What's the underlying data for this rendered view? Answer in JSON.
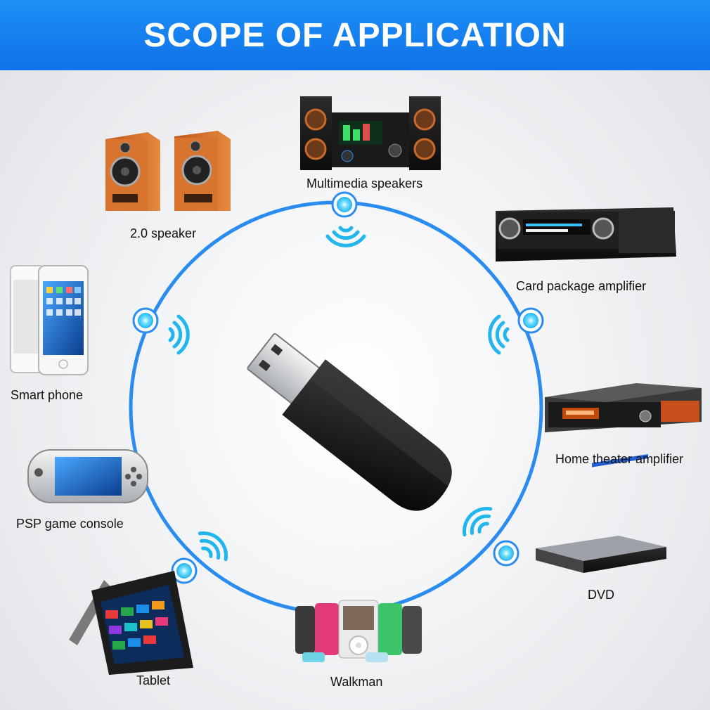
{
  "header": {
    "title": "SCOPE OF APPLICATION"
  },
  "devices": {
    "multimedia_speakers": "Multimedia speakers",
    "speaker_2_0": "2.0 speaker",
    "card_package_amplifier": "Card package amplifier",
    "smart_phone": "Smart phone",
    "home_theater_amplifier": "Home theater amplifier",
    "psp_game_console": "PSP game console",
    "dvd": "DVD",
    "tablet": "Tablet",
    "walkman": "Walkman"
  },
  "colors": {
    "banner": "#1481f0",
    "ring": "#2a8cf0",
    "node": "#29c3f3",
    "signal": "#21b6ee"
  },
  "icons": [
    "usb-bluetooth-dongle",
    "wifi-signal-icon",
    "speaker",
    "amplifier",
    "phone",
    "game-console",
    "dvd-player",
    "tablet",
    "mp3-player"
  ]
}
